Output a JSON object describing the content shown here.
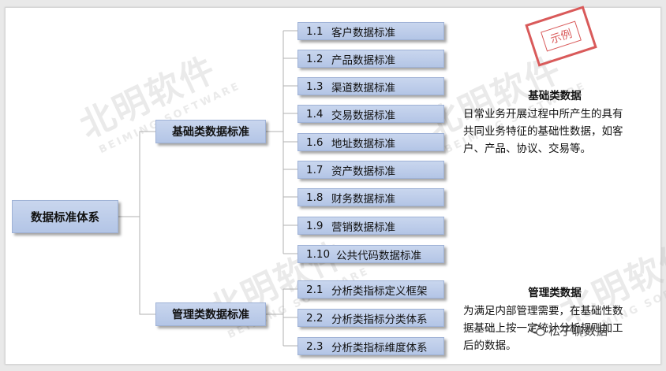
{
  "root": {
    "label": "数据标准体系"
  },
  "branches": [
    {
      "label": "基础类数据标准"
    },
    {
      "label": "管理类数据标准"
    }
  ],
  "basic_items": [
    {
      "num": "1.1",
      "label": "客户数据标准"
    },
    {
      "num": "1.2",
      "label": "产品数据标准"
    },
    {
      "num": "1.3",
      "label": "渠道数据标准"
    },
    {
      "num": "1.4",
      "label": "交易数据标准"
    },
    {
      "num": "1.6",
      "label": "地址数据标准"
    },
    {
      "num": "1.7",
      "label": "资产数据标准"
    },
    {
      "num": "1.8",
      "label": "财务数据标准"
    },
    {
      "num": "1.9",
      "label": "营销数据标准"
    },
    {
      "num": "1.10",
      "label": "公共代码数据标准"
    }
  ],
  "mgmt_items": [
    {
      "num": "2.1",
      "label": "分析类指标定义框架"
    },
    {
      "num": "2.2",
      "label": "分析类指标分类体系"
    },
    {
      "num": "2.3",
      "label": "分析类指标维度体系"
    }
  ],
  "descriptions": {
    "basic_title": "基础类数据",
    "basic_text": "日常业务开展过程中所产生的具有共同业务特征的基础性数据，如客户、产品、协议、交易等。",
    "mgmt_title": "管理类数据",
    "mgmt_text": "为满足内部管理需要，在基础性数据基础上按一定统计分析规则加工后的数据。"
  },
  "stamp": {
    "label": "示例"
  },
  "watermark": {
    "cn": "北明软件",
    "en": "BEIMING SOFTWARE"
  },
  "wechat": {
    "label": "松子聊数据",
    "icon": "wechat-icon"
  },
  "colors": {
    "box": "#b8c9e8",
    "line": "#b0b0b0",
    "stamp": "#d95a5a"
  }
}
